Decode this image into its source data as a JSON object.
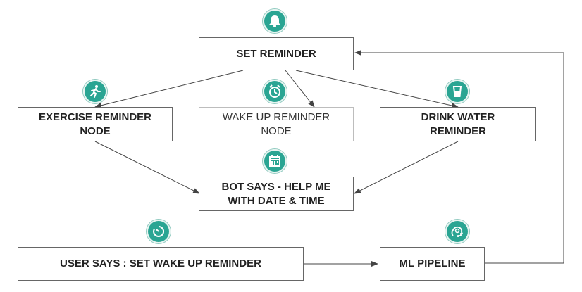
{
  "colors": {
    "icon_fill": "#2aa593",
    "border": "#666666",
    "border_light": "#bdbdbd",
    "arrow": "#444444"
  },
  "nodes": {
    "set_reminder": {
      "label": "SET REMINDER",
      "icon": "bell-icon"
    },
    "exercise": {
      "label": "EXERCISE REMINDER\nNODE",
      "icon": "running-person-icon"
    },
    "wakeup": {
      "label": "WAKE UP REMINDER\nNODE",
      "icon": "alarm-clock-icon"
    },
    "water": {
      "label": "DRINK WATER\nREMINDER",
      "icon": "water-glass-icon"
    },
    "bot": {
      "label": "BOT SAYS - HELP ME\nWITH DATE & TIME",
      "icon": "calendar-icon"
    },
    "user": {
      "label": "USER SAYS : SET WAKE UP REMINDER",
      "icon": "timer-icon"
    },
    "ml": {
      "label": "ML PIPELINE",
      "icon": "brain-gear-icon"
    }
  },
  "edges": [
    {
      "from": "set_reminder",
      "to": "exercise"
    },
    {
      "from": "set_reminder",
      "to": "wakeup"
    },
    {
      "from": "set_reminder",
      "to": "water"
    },
    {
      "from": "exercise",
      "to": "bot"
    },
    {
      "from": "water",
      "to": "bot"
    },
    {
      "from": "user",
      "to": "ml"
    },
    {
      "from": "ml",
      "to": "set_reminder"
    }
  ]
}
